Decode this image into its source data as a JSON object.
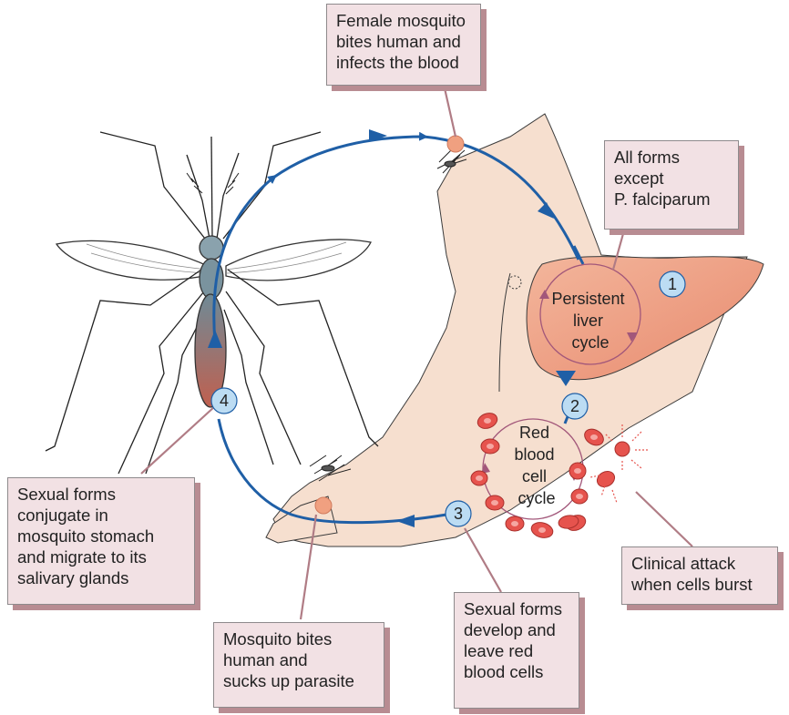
{
  "callouts": {
    "female_bites": [
      "Female mosquito",
      "bites human and",
      "infects the blood"
    ],
    "all_forms": [
      "All forms",
      "except",
      "P. falciparum"
    ],
    "sexual_conjugate": [
      "Sexual forms",
      "conjugate in",
      "mosquito stomach",
      "and migrate to its",
      "salivary glands"
    ],
    "mosquito_bites": [
      "Mosquito bites",
      "human and",
      "sucks up parasite"
    ],
    "sexual_develop": [
      "Sexual forms",
      "develop and",
      "leave red",
      "blood cells"
    ],
    "clinical_attack": [
      "Clinical attack",
      "when cells burst"
    ]
  },
  "cycles": {
    "liver": [
      "Persistent",
      "liver",
      "cycle"
    ],
    "rbc": [
      "Red",
      "blood",
      "cell",
      "cycle"
    ]
  },
  "markers": [
    "1",
    "2",
    "3",
    "4"
  ],
  "colors": {
    "cycle_arrow": "#1f5fa6",
    "callout_fill": "#f2e1e4",
    "callout_shadow": "#b88c92",
    "skin": "#f6dfcf",
    "liver": "#ef9f80",
    "marker_fill": "#bcdcf3",
    "rbc": "#e6534d",
    "inner_cycle": "#a2577a",
    "bite_dot": "#f0a080"
  }
}
